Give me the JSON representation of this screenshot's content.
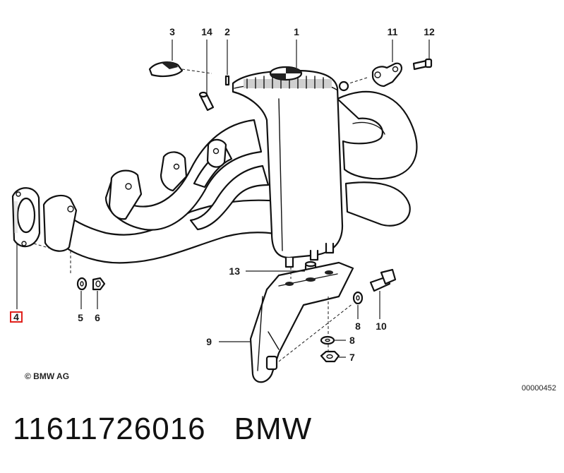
{
  "callouts": {
    "c1": "1",
    "c2": "2",
    "c3": "3",
    "c4": "4",
    "c5": "5",
    "c6": "6",
    "c7": "7",
    "c8a": "8",
    "c8b": "8",
    "c9": "9",
    "c10": "10",
    "c11": "11",
    "c12": "12",
    "c13": "13",
    "c14": "14"
  },
  "copyright": "© BMW AG",
  "diagram_id": "00000452",
  "caption": {
    "part_number": "11611726016",
    "brand": "BMW"
  },
  "highlight_color": "#e0201b"
}
